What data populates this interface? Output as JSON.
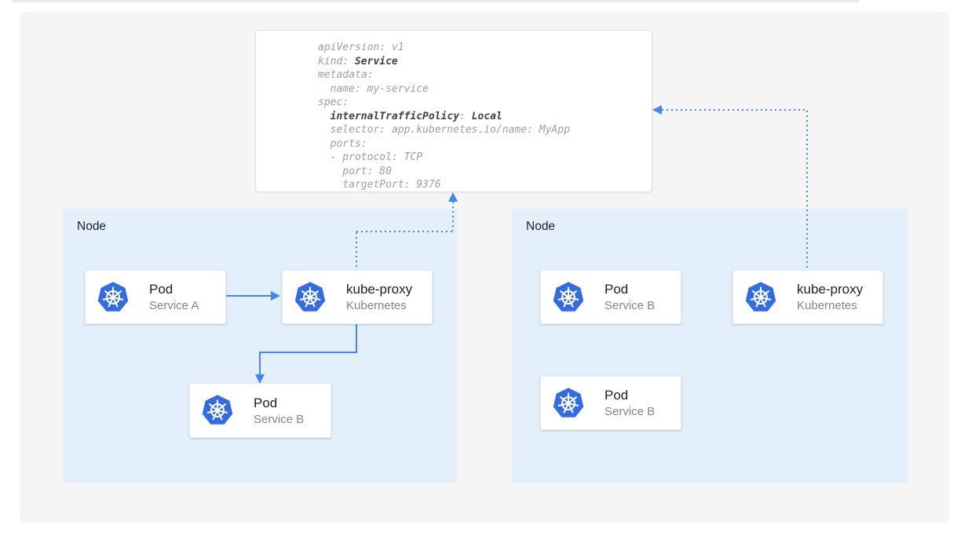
{
  "colors": {
    "arrow_blue": "#4285F4",
    "node_background": "#E3F0FB",
    "canvas_background": "#F5F5F6",
    "kubernetes_logo_blue": "#326CE5",
    "code_text_gray": "#9E9E9E",
    "code_text_bold": "#424242",
    "card_title": "#212121",
    "card_subtitle": "#80868B"
  },
  "yaml_card": {
    "lines": [
      [
        {
          "t": "apiVersion: v1",
          "b": false
        }
      ],
      [
        {
          "t": "kind: ",
          "b": false
        },
        {
          "t": "Service",
          "b": true
        }
      ],
      [
        {
          "t": "metadata:",
          "b": false
        }
      ],
      [
        {
          "t": "  name: my-service",
          "b": false
        }
      ],
      [
        {
          "t": "spec:",
          "b": false
        }
      ],
      [
        {
          "t": "  ",
          "b": false
        },
        {
          "t": "internalTrafficPolicy",
          "b": true
        },
        {
          "t": ": ",
          "b": false
        },
        {
          "t": "Local",
          "b": true
        }
      ],
      [
        {
          "t": "  selector: app.kubernetes.io/name: MyApp",
          "b": false
        }
      ],
      [
        {
          "t": "  ports:",
          "b": false
        }
      ],
      [
        {
          "t": "  - protocol: TCP",
          "b": false
        }
      ],
      [
        {
          "t": "    port: 80",
          "b": false
        }
      ],
      [
        {
          "t": "    targetPort: 9376",
          "b": false
        }
      ]
    ]
  },
  "nodes": [
    {
      "label": "Node",
      "cards": [
        {
          "title": "Pod",
          "subtitle": "Service A",
          "icon": "kubernetes-icon"
        },
        {
          "title": "kube-proxy",
          "subtitle": "Kubernetes",
          "icon": "kubernetes-icon"
        },
        {
          "title": "Pod",
          "subtitle": "Service B",
          "icon": "kubernetes-icon"
        }
      ]
    },
    {
      "label": "Node",
      "cards": [
        {
          "title": "Pod",
          "subtitle": "Service B",
          "icon": "kubernetes-icon"
        },
        {
          "title": "kube-proxy",
          "subtitle": "Kubernetes",
          "icon": "kubernetes-icon"
        },
        {
          "title": "Pod",
          "subtitle": "Service B",
          "icon": "kubernetes-icon"
        }
      ]
    }
  ],
  "arrows": [
    {
      "from": "pod-service-a-node-1",
      "to": "kube-proxy-node-1",
      "style": "solid"
    },
    {
      "from": "kube-proxy-node-1",
      "to": "pod-service-b-node-1",
      "style": "solid"
    },
    {
      "from": "kube-proxy-node-1",
      "to": "service-yaml-card",
      "style": "dotted"
    },
    {
      "from": "kube-proxy-node-2",
      "to": "service-yaml-card",
      "style": "dotted"
    }
  ]
}
